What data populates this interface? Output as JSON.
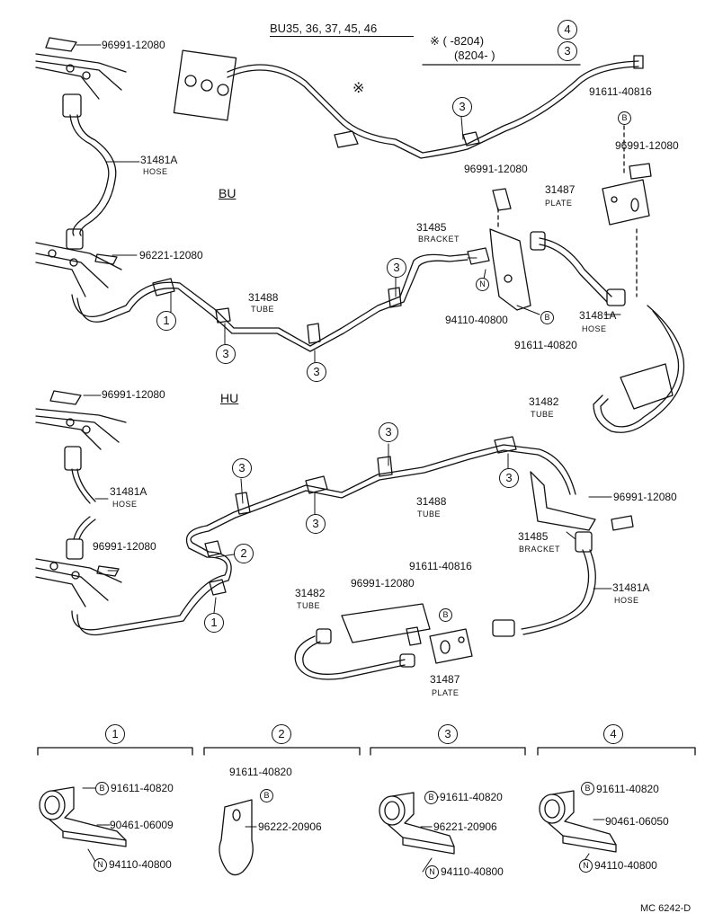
{
  "header": {
    "models": "BU35, 36, 37, 45, 46",
    "note_line1": "※ (      -8204)",
    "note_line2": "(8204-        )",
    "note_ref1": "4",
    "note_ref2": "3"
  },
  "sections": {
    "bu": "BU",
    "hu": "HU"
  },
  "parts": {
    "p96991_top": "96991-12080",
    "hose_bu_left": "31481A",
    "hose_word": "HOSE",
    "p96221": "96221-12080",
    "tube_bu": "31488",
    "tube_word": "TUBE",
    "bracket_bu": "31485",
    "bracket_word": "BRACKET",
    "p94110_bu": "94110-40800",
    "p91611_bu_low": "91611-40820",
    "hose_bu_right": "31481A",
    "p91611_bu_top": "91611-40816",
    "p96991_bu_right": "96991-12080",
    "plate_bu": "31487",
    "plate_word": "PLATE",
    "p96991_bu_mid": "96991-12080",
    "tube_31482_bu": "31482",
    "p96991_hu_top": "96991-12080",
    "hose_hu_left": "31481A",
    "p96991_hu_left": "96991-12080",
    "tube_hu": "31488",
    "p96991_hu_right": "96991-12080",
    "bracket_hu": "31485",
    "hose_hu_right": "31481A",
    "p91611_hu": "91611-40816",
    "p96991_hu_mid": "96991-12080",
    "tube_31482_hu": "31482",
    "plate_hu": "31487"
  },
  "refs": {
    "r1": "1",
    "r2": "2",
    "r3": "3",
    "r4": "4"
  },
  "letters": {
    "b": "B",
    "n": "N"
  },
  "details": {
    "d1": {
      "ref": "1",
      "b": "91611-40820",
      "mid": "90461-06009",
      "n": "94110-40800"
    },
    "d2": {
      "ref": "2",
      "b": "91611-40820",
      "mid": "96222-20906"
    },
    "d3": {
      "ref": "3",
      "b": "91611-40820",
      "mid": "96221-20906",
      "n": "94110-40800"
    },
    "d4": {
      "ref": "4",
      "b": "91611-40820",
      "mid": "90461-06050",
      "n": "94110-40800"
    }
  },
  "code": "MC 6242-D"
}
